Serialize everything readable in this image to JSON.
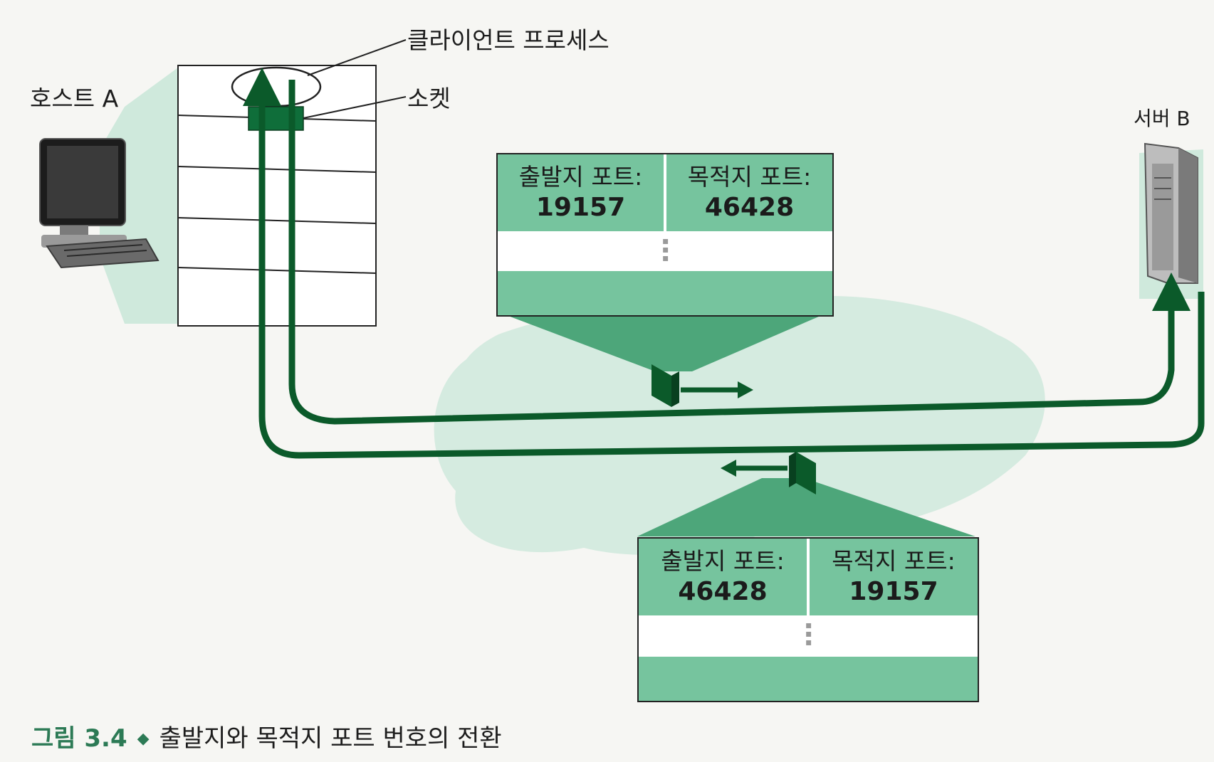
{
  "labels": {
    "host": "호스트 A",
    "client_process": "클라이언트 프로세스",
    "socket": "소켓",
    "server": "서버 B"
  },
  "segments": [
    {
      "src_label": "출발지 포트:",
      "src_port": "19157",
      "dst_label": "목적지 포트:",
      "dst_port": "46428"
    },
    {
      "src_label": "출발지 포트:",
      "src_port": "46428",
      "dst_label": "목적지 포트:",
      "dst_port": "19157"
    }
  ],
  "caption": {
    "figure": "그림 3.4",
    "bullet": "◆",
    "text": "출발지와 목적지 포트 번호의 전환"
  },
  "colors": {
    "path": "#0b5a2a",
    "segment_fill": "#76c49e",
    "network_cloud": "#cfe9dc",
    "accent": "#2c7a55"
  }
}
